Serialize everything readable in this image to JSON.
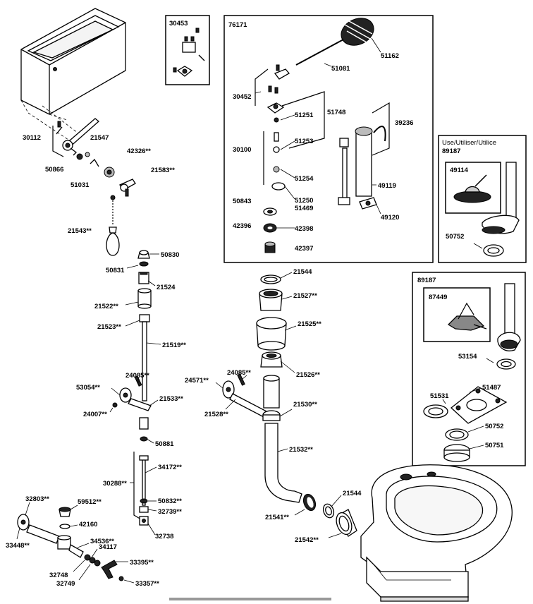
{
  "labels": {
    "p30112": "30112",
    "p21547": "21547",
    "p50866": "50866",
    "p51031": "51031",
    "p42326": "42326**",
    "p21583": "21583**",
    "p21543": "21543**",
    "p30453": "30453",
    "p76171": "76171",
    "p51162": "51162",
    "p51081": "51081",
    "p30452": "30452",
    "p51251": "51251",
    "p51748": "51748",
    "p30100": "30100",
    "p51253": "51253",
    "p39236": "39236",
    "p51254": "51254",
    "p49119": "49119",
    "p50843": "50843",
    "p51250": "51250",
    "p51469": "51469",
    "p49120": "49120",
    "p42396": "42396",
    "p42398": "42398",
    "p42397": "42397",
    "use_title": "Use/Utiliser/Utilice",
    "p89187a": "89187",
    "p49114": "49114",
    "p50752a": "50752",
    "p89187b": "89187",
    "p87449": "87449",
    "p53154": "53154",
    "p51531": "51531",
    "p51487": "51487",
    "p50752b": "50752",
    "p50751": "50751",
    "p50830": "50830",
    "p50831": "50831",
    "p21524": "21524",
    "p21522": "21522**",
    "p21523": "21523**",
    "p21519": "21519**",
    "p24085a": "24085**",
    "p53054": "53054**",
    "p21533": "21533**",
    "p24007": "24007**",
    "p50881": "50881",
    "p34172": "34172**",
    "p30288": "30288**",
    "p50832": "50832**",
    "p32739": "32739**",
    "p32738": "32738",
    "p21544a": "21544",
    "p21527": "21527**",
    "p21525": "21525**",
    "p24085b": "24085**",
    "p21526": "21526**",
    "p24571": "24571**",
    "p21530": "21530**",
    "p21528": "21528**",
    "p21532": "21532**",
    "p21544b": "21544",
    "p21541": "21541**",
    "p21542": "21542**",
    "p32803": "32803**",
    "p59512": "59512**",
    "p42160": "42160",
    "p33448": "33448**",
    "p34536": "34536**",
    "p34117": "34117",
    "p32748": "32748",
    "p32749": "32749",
    "p33395": "33395**",
    "p33357": "33357**"
  }
}
